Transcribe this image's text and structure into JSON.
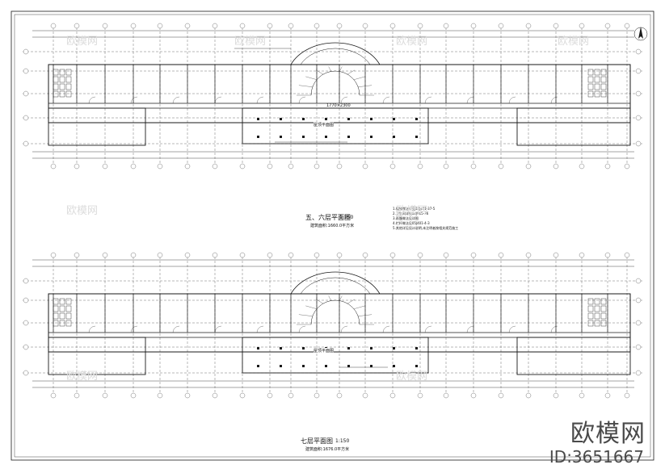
{
  "drawing": {
    "upper_plan_title": "五、六层平面图",
    "upper_plan_scale": "1:150",
    "upper_plan_area": "建筑面积:1660.0平方米",
    "lower_plan_title": "七层平面图",
    "lower_plan_scale": "1:150",
    "lower_plan_area": "建筑面积:1676.0平方米",
    "roof_label_upper": "屋顶平面图",
    "roof_label_lower": "屋顶平面图",
    "stair_label": "1770×2300",
    "notes": [
      "1.楼梯做法详见02J401-37-5",
      "2.卫生间详见02J915-36",
      "3.雨篷做法见详图",
      "4.栏杆做法见05J401-4-3",
      "5.其他详见设计说明,未注明者按相关规范施工"
    ]
  },
  "watermark": {
    "brand": "欧模网",
    "id": "ID:3651667",
    "faint_text": "欧模网"
  },
  "colors": {
    "line": "#1a1a1a",
    "grid": "#555555",
    "watermark": "#4a4a4a"
  }
}
